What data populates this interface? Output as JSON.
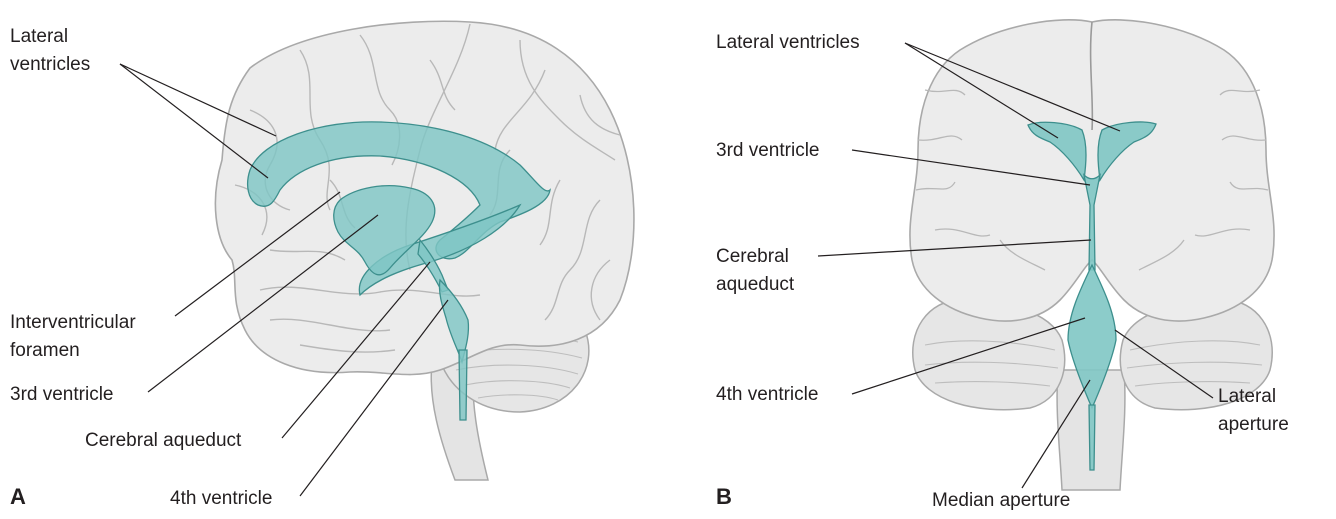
{
  "colors": {
    "ventricle_fill": "#7fc6c4",
    "ventricle_stroke": "#3d8f8d",
    "brain_fill": "#ececec",
    "brain_stroke": "#a9a9a9",
    "sulcus": "#b8b8b8",
    "text": "#231f20"
  },
  "panel_a": {
    "letter": "A",
    "labels": {
      "lateral_ventricles_line1": "Lateral",
      "lateral_ventricles_line2": "ventricles",
      "interventricular_line1": "Interventricular",
      "interventricular_line2": "foramen",
      "third_ventricle": "3rd ventricle",
      "cerebral_aqueduct": "Cerebral aqueduct",
      "fourth_ventricle": "4th ventricle"
    }
  },
  "panel_b": {
    "letter": "B",
    "labels": {
      "lateral_ventricles": "Lateral ventricles",
      "third_ventricle": "3rd ventricle",
      "cerebral_aqueduct_line1": "Cerebral",
      "cerebral_aqueduct_line2": "aqueduct",
      "fourth_ventricle": "4th ventricle",
      "lateral_aperture_line1": "Lateral",
      "lateral_aperture_line2": "aperture",
      "median_aperture": "Median aperture"
    }
  }
}
